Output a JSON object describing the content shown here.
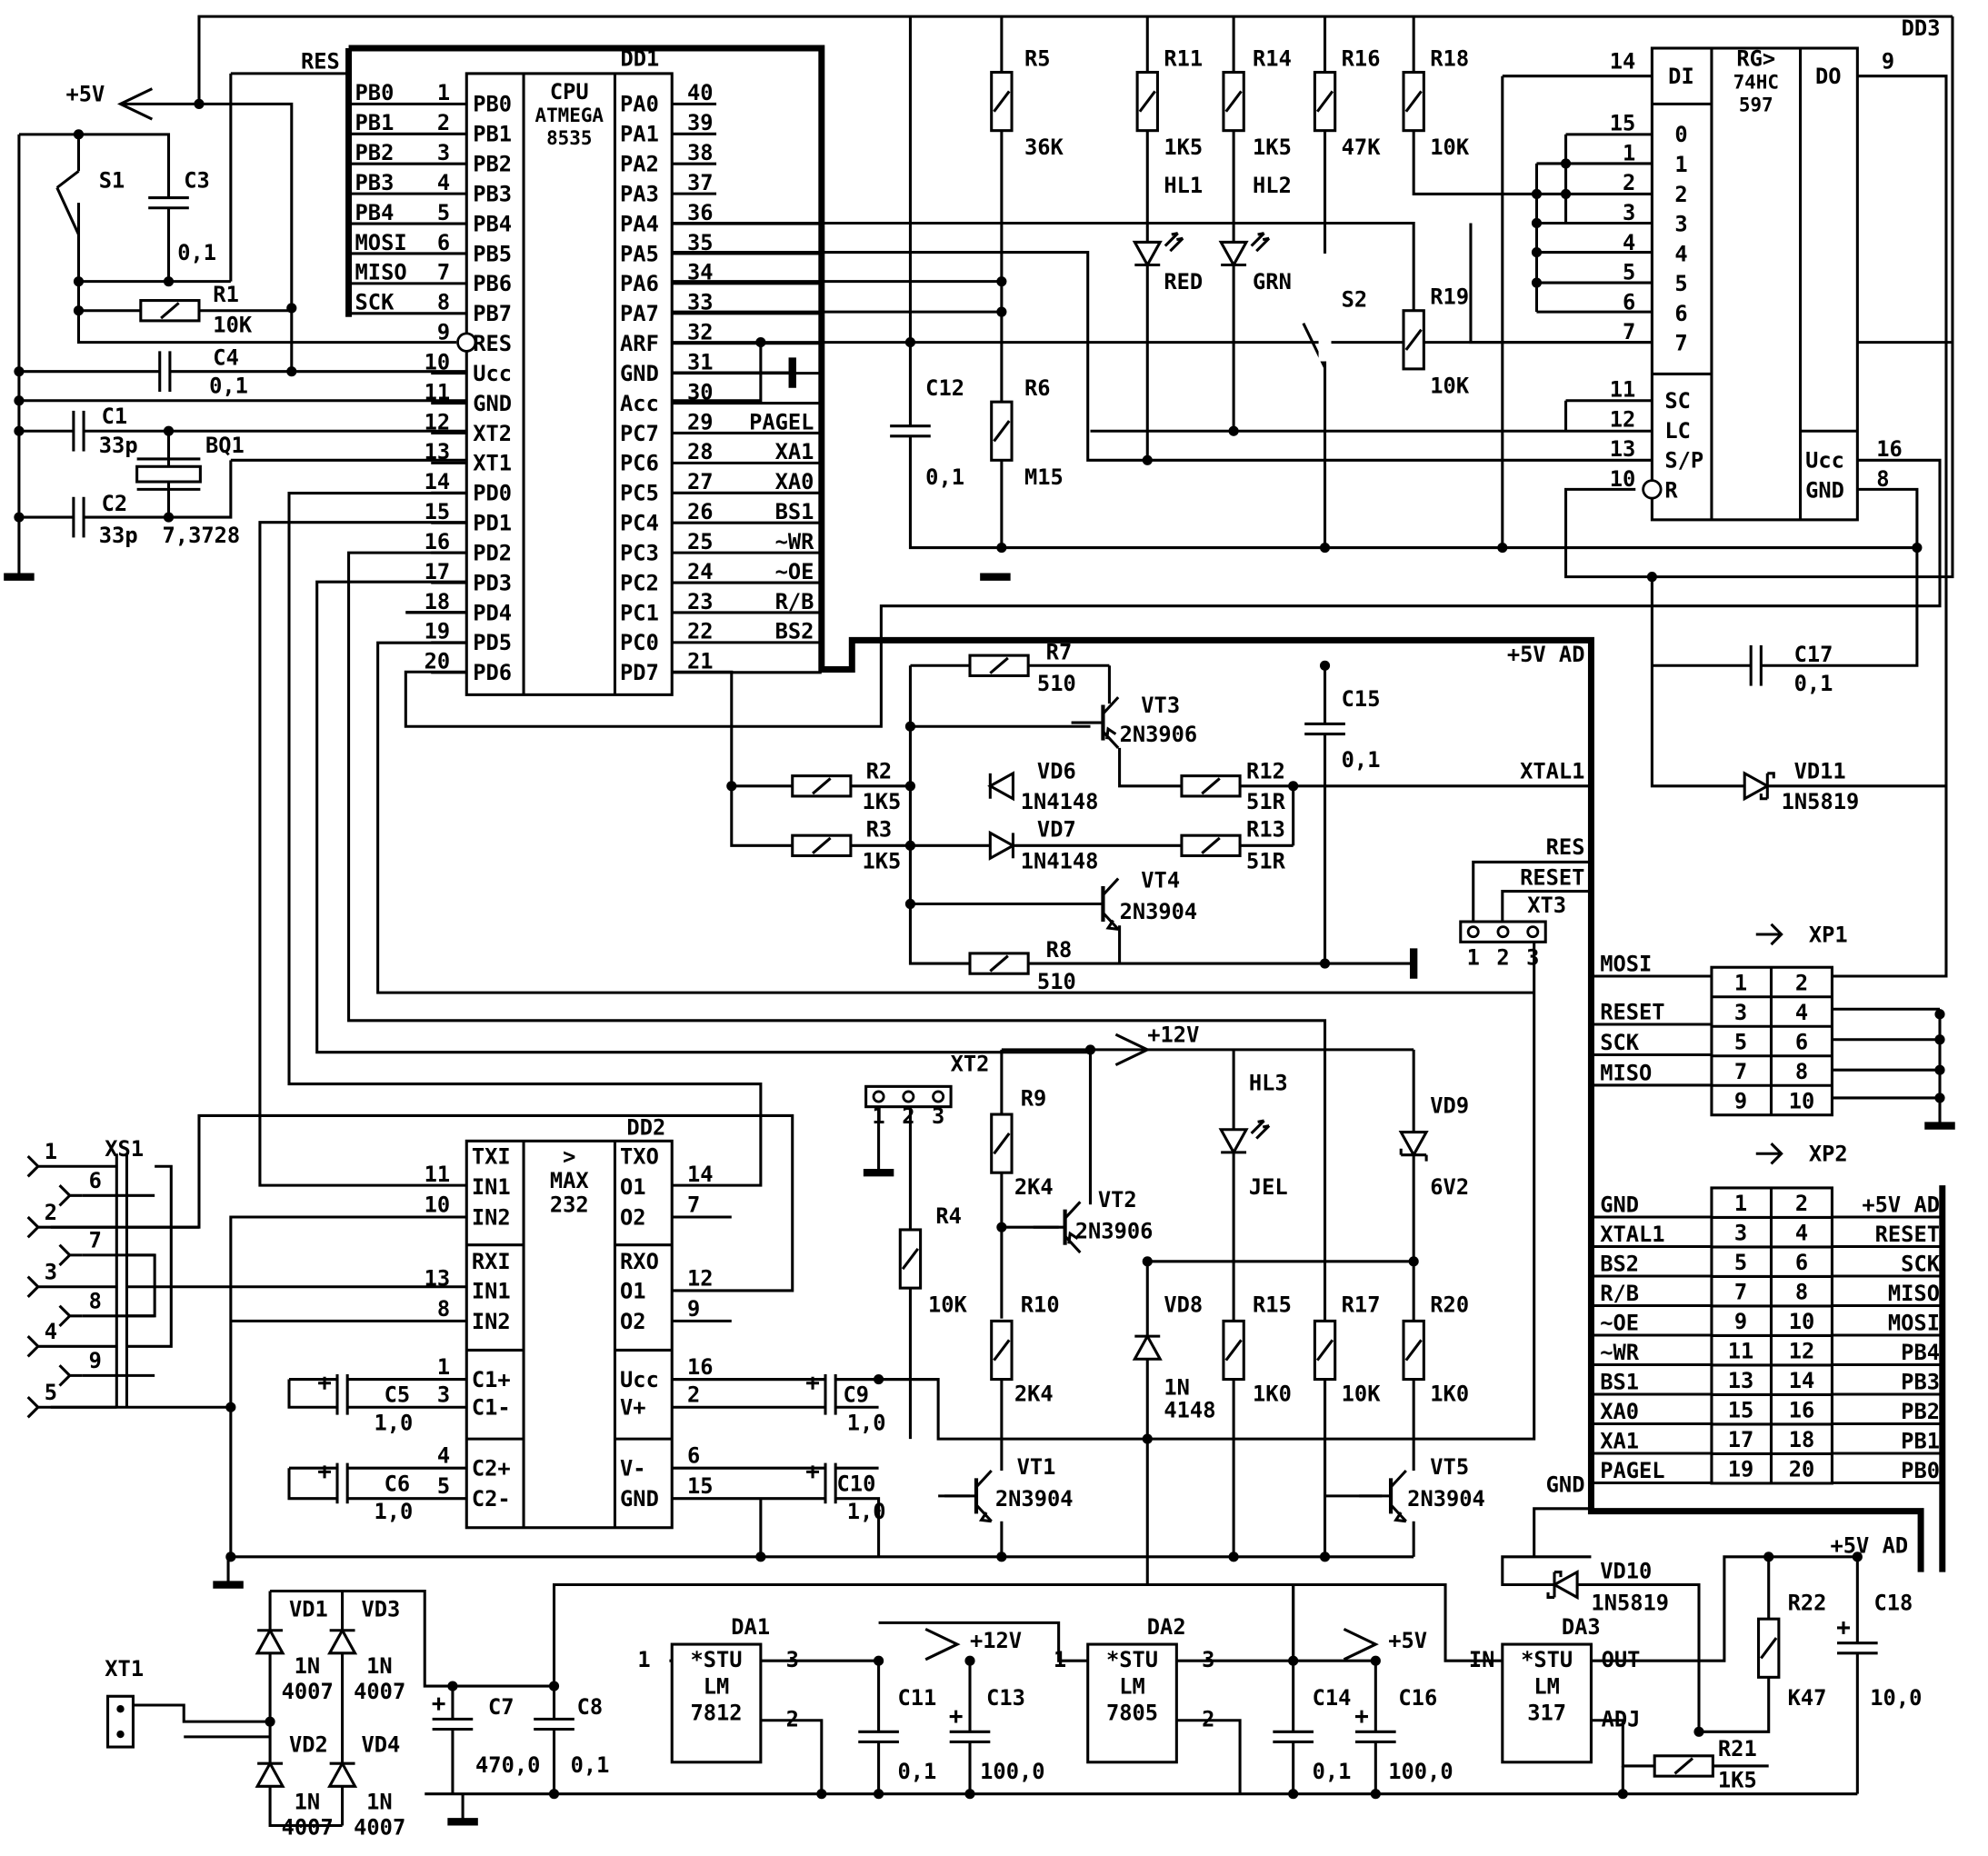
{
  "colors": {
    "ink": "#000000",
    "paper": "#ffffff"
  },
  "dd1": {
    "ref": "DD1",
    "type": [
      "CPU",
      "ATMEGA",
      "8535"
    ],
    "left_pins": [
      {
        "num": "1",
        "name": "PB0",
        "net": "PB0"
      },
      {
        "num": "2",
        "name": "PB1",
        "net": "PB1"
      },
      {
        "num": "3",
        "name": "PB2",
        "net": "PB2"
      },
      {
        "num": "4",
        "name": "PB3",
        "net": "PB3"
      },
      {
        "num": "5",
        "name": "PB4",
        "net": "PB4"
      },
      {
        "num": "6",
        "name": "PB5",
        "net": "MOSI"
      },
      {
        "num": "7",
        "name": "PB6",
        "net": "MISO"
      },
      {
        "num": "8",
        "name": "PB7",
        "net": "SCK"
      },
      {
        "num": "9",
        "name": "RES",
        "net": ""
      },
      {
        "num": "10",
        "name": "Ucc",
        "net": ""
      },
      {
        "num": "11",
        "name": "GND",
        "net": ""
      },
      {
        "num": "12",
        "name": "XT2",
        "net": ""
      },
      {
        "num": "13",
        "name": "XT1",
        "net": ""
      },
      {
        "num": "14",
        "name": "PD0",
        "net": ""
      },
      {
        "num": "15",
        "name": "PD1",
        "net": ""
      },
      {
        "num": "16",
        "name": "PD2",
        "net": ""
      },
      {
        "num": "17",
        "name": "PD3",
        "net": ""
      },
      {
        "num": "18",
        "name": "PD4",
        "net": ""
      },
      {
        "num": "19",
        "name": "PD5",
        "net": ""
      },
      {
        "num": "20",
        "name": "PD6",
        "net": ""
      }
    ],
    "right_pins": [
      {
        "num": "40",
        "name": "PA0",
        "net": ""
      },
      {
        "num": "39",
        "name": "PA1",
        "net": ""
      },
      {
        "num": "38",
        "name": "PA2",
        "net": ""
      },
      {
        "num": "37",
        "name": "PA3",
        "net": ""
      },
      {
        "num": "36",
        "name": "PA4",
        "net": ""
      },
      {
        "num": "35",
        "name": "PA5",
        "net": ""
      },
      {
        "num": "34",
        "name": "PA6",
        "net": ""
      },
      {
        "num": "33",
        "name": "PA7",
        "net": ""
      },
      {
        "num": "32",
        "name": "ARF",
        "net": ""
      },
      {
        "num": "31",
        "name": "GND",
        "net": ""
      },
      {
        "num": "30",
        "name": "Acc",
        "net": ""
      },
      {
        "num": "29",
        "name": "PC7",
        "net": "PAGEL"
      },
      {
        "num": "28",
        "name": "PC6",
        "net": "XA1"
      },
      {
        "num": "27",
        "name": "PC5",
        "net": "XA0"
      },
      {
        "num": "26",
        "name": "PC4",
        "net": "BS1"
      },
      {
        "num": "25",
        "name": "PC3",
        "net": "~WR"
      },
      {
        "num": "24",
        "name": "PC2",
        "net": "~OE"
      },
      {
        "num": "23",
        "name": "PC1",
        "net": "R/B"
      },
      {
        "num": "22",
        "name": "PC0",
        "net": "BS2"
      },
      {
        "num": "21",
        "name": "PD7",
        "net": ""
      }
    ],
    "res_net": "RES"
  },
  "dd2": {
    "ref": "DD2",
    "type": [
      ">",
      "MAX",
      "232"
    ],
    "left": [
      {
        "num": "",
        "name": "TXI"
      },
      {
        "num": "11",
        "name": "IN1"
      },
      {
        "num": "10",
        "name": "IN2"
      },
      {
        "num": "",
        "name": "RXI"
      },
      {
        "num": "13",
        "name": "IN1"
      },
      {
        "num": "8",
        "name": "IN2"
      },
      {
        "num": "1",
        "name": "C1+"
      },
      {
        "num": "3",
        "name": "C1-"
      },
      {
        "num": "4",
        "name": "C2+"
      },
      {
        "num": "5",
        "name": "C2-"
      }
    ],
    "right": [
      {
        "num": "",
        "name": "TXO"
      },
      {
        "num": "14",
        "name": "O1"
      },
      {
        "num": "7",
        "name": "O2"
      },
      {
        "num": "",
        "name": "RXO"
      },
      {
        "num": "12",
        "name": "O1"
      },
      {
        "num": "9",
        "name": "O2"
      },
      {
        "num": "16",
        "name": "Ucc"
      },
      {
        "num": "2",
        "name": "V+"
      },
      {
        "num": "6",
        "name": "V-"
      },
      {
        "num": "15",
        "name": "GND"
      }
    ]
  },
  "dd3": {
    "ref": "DD3",
    "type": [
      "RG>",
      "74HC",
      "597"
    ],
    "di": {
      "num": "14",
      "name": "DI"
    },
    "do": {
      "num": "9",
      "name": "DO"
    },
    "bits": [
      {
        "num": "15",
        "name": "0"
      },
      {
        "num": "1",
        "name": "1"
      },
      {
        "num": "2",
        "name": "2"
      },
      {
        "num": "3",
        "name": "3"
      },
      {
        "num": "4",
        "name": "4"
      },
      {
        "num": "5",
        "name": "5"
      },
      {
        "num": "6",
        "name": "6"
      },
      {
        "num": "7",
        "name": "7"
      }
    ],
    "ctrl": [
      {
        "num": "11",
        "name": "SC"
      },
      {
        "num": "12",
        "name": "LC"
      },
      {
        "num": "13",
        "name": "S/P"
      },
      {
        "num": "10",
        "name": "R"
      }
    ],
    "power": [
      {
        "num": "16",
        "name": "Ucc"
      },
      {
        "num": "8",
        "name": "GND"
      }
    ]
  },
  "regulators": [
    {
      "ref": "DA1",
      "lines": [
        "*STU",
        "LM",
        "7812"
      ],
      "pins": [
        "1",
        "3",
        "2"
      ]
    },
    {
      "ref": "DA2",
      "lines": [
        "*STU",
        "LM",
        "7805"
      ],
      "pins": [
        "1",
        "3",
        "2"
      ]
    },
    {
      "ref": "DA3",
      "lines": [
        "*STU",
        "LM",
        "317"
      ],
      "pins": [
        "IN",
        "OUT",
        "ADJ"
      ]
    }
  ],
  "components": {
    "R1": {
      "ref": "R1",
      "value": "10K"
    },
    "R2": {
      "ref": "R2",
      "value": "1K5"
    },
    "R3": {
      "ref": "R3",
      "value": "1K5"
    },
    "R4": {
      "ref": "R4",
      "value": "10K"
    },
    "R5": {
      "ref": "R5",
      "value": "36K"
    },
    "R6": {
      "ref": "R6",
      "value": "M15"
    },
    "R7": {
      "ref": "R7",
      "value": "510"
    },
    "R8": {
      "ref": "R8",
      "value": "510"
    },
    "R9": {
      "ref": "R9",
      "value": "2K4"
    },
    "R10": {
      "ref": "R10",
      "value": "2K4"
    },
    "R11": {
      "ref": "R11",
      "value": "1K5"
    },
    "R12": {
      "ref": "R12",
      "value": "51R"
    },
    "R13": {
      "ref": "R13",
      "value": "51R"
    },
    "R14": {
      "ref": "R14",
      "value": "1K5"
    },
    "R15": {
      "ref": "R15",
      "value": "1K0"
    },
    "R16": {
      "ref": "R16",
      "value": "47K"
    },
    "R17": {
      "ref": "R17",
      "value": "10K"
    },
    "R18": {
      "ref": "R18",
      "value": "10K"
    },
    "R19": {
      "ref": "R19",
      "value": "10K"
    },
    "R20": {
      "ref": "R20",
      "value": "1K0"
    },
    "R21": {
      "ref": "R21",
      "value": "1K5"
    },
    "R22": {
      "ref": "R22",
      "value": "K47"
    },
    "C1": {
      "ref": "C1",
      "value": "33p"
    },
    "C2": {
      "ref": "C2",
      "value": "33p"
    },
    "C3": {
      "ref": "C3",
      "value": "0,1"
    },
    "C4": {
      "ref": "C4",
      "value": "0,1"
    },
    "C5": {
      "ref": "C5",
      "value": "1,0"
    },
    "C6": {
      "ref": "C6",
      "value": "1,0"
    },
    "C7": {
      "ref": "C7",
      "value": "470,0"
    },
    "C8": {
      "ref": "C8",
      "value": "0,1"
    },
    "C9": {
      "ref": "C9",
      "value": "1,0"
    },
    "C10": {
      "ref": "C10",
      "value": "1,0"
    },
    "C11": {
      "ref": "C11",
      "value": "0,1"
    },
    "C12": {
      "ref": "C12",
      "value": "0,1"
    },
    "C13": {
      "ref": "C13",
      "value": "100,0"
    },
    "C14": {
      "ref": "C14",
      "value": "0,1"
    },
    "C15": {
      "ref": "C15",
      "value": "0,1"
    },
    "C16": {
      "ref": "C16",
      "value": "100,0"
    },
    "C17": {
      "ref": "C17",
      "value": "0,1"
    },
    "C18": {
      "ref": "C18",
      "value": "10,0"
    },
    "VD1": {
      "ref": "VD1",
      "value": "1N",
      "value2": "4007"
    },
    "VD2": {
      "ref": "VD2",
      "value": "1N",
      "value2": "4007"
    },
    "VD3": {
      "ref": "VD3",
      "value": "1N",
      "value2": "4007"
    },
    "VD4": {
      "ref": "VD4",
      "value": "1N",
      "value2": "4007"
    },
    "VD6": {
      "ref": "VD6",
      "value": "1N4148"
    },
    "VD7": {
      "ref": "VD7",
      "value": "1N4148"
    },
    "VD8": {
      "ref": "VD8",
      "value": "1N",
      "value2": "4148"
    },
    "VD9": {
      "ref": "VD9",
      "value": "6V2"
    },
    "VD10": {
      "ref": "VD10",
      "value": "1N5819"
    },
    "VD11": {
      "ref": "VD11",
      "value": "1N5819"
    },
    "HL1": {
      "ref": "HL1",
      "value": "RED"
    },
    "HL2": {
      "ref": "HL2",
      "value": "GRN"
    },
    "HL3": {
      "ref": "HL3",
      "value": "JEL"
    },
    "VT1": {
      "ref": "VT1",
      "value": "2N3904"
    },
    "VT2": {
      "ref": "VT2",
      "value": "2N3906"
    },
    "VT3": {
      "ref": "VT3",
      "value": "2N3906"
    },
    "VT4": {
      "ref": "VT4",
      "value": "2N3904"
    },
    "VT5": {
      "ref": "VT5",
      "value": "2N3904"
    },
    "S1": {
      "ref": "S1"
    },
    "S2": {
      "ref": "S2"
    },
    "BQ1": {
      "ref": "BQ1",
      "value": "7,3728"
    }
  },
  "connectors": {
    "XS1": {
      "ref": "XS1",
      "pins": [
        "1",
        "2",
        "3",
        "4",
        "5",
        "6",
        "7",
        "8",
        "9"
      ]
    },
    "XT1": {
      "ref": "XT1"
    },
    "XT2": {
      "ref": "XT2",
      "pins": [
        "1",
        "2",
        "3"
      ]
    },
    "XT3": {
      "ref": "XT3",
      "pins": [
        "1",
        "2",
        "3"
      ]
    },
    "XP1": {
      "ref": "XP1",
      "pins": [
        "1",
        "2",
        "3",
        "4",
        "5",
        "6",
        "7",
        "8",
        "9",
        "10"
      ],
      "left_nets": [
        "MOSI",
        "RESET",
        "SCK",
        "MISO"
      ]
    },
    "XP2": {
      "ref": "XP2",
      "pins": [
        "1",
        "2",
        "3",
        "4",
        "5",
        "6",
        "7",
        "8",
        "9",
        "10",
        "11",
        "12",
        "13",
        "14",
        "15",
        "16",
        "17",
        "18",
        "19",
        "20"
      ],
      "left_nets": [
        "GND",
        "XTAL1",
        "BS2",
        "R/B",
        "~OE",
        "~WR",
        "BS1",
        "XA0",
        "XA1",
        "PAGEL"
      ],
      "right_nets": [
        "+5V AD",
        "RESET",
        "SCK",
        "MISO",
        "MOSI",
        "PB4",
        "PB3",
        "PB2",
        "PB1",
        "PB0"
      ]
    }
  },
  "nets": {
    "p5v_top": "+5V",
    "p5v_ad": "+5V AD",
    "p5v_ad2": "+5V AD",
    "p12v_a": "+12V",
    "p12v_b": "+12V",
    "p5v_b": "+5V",
    "xtal1": "XTAL1",
    "res": "RES",
    "reset": "RESET",
    "gnd": "GND"
  }
}
